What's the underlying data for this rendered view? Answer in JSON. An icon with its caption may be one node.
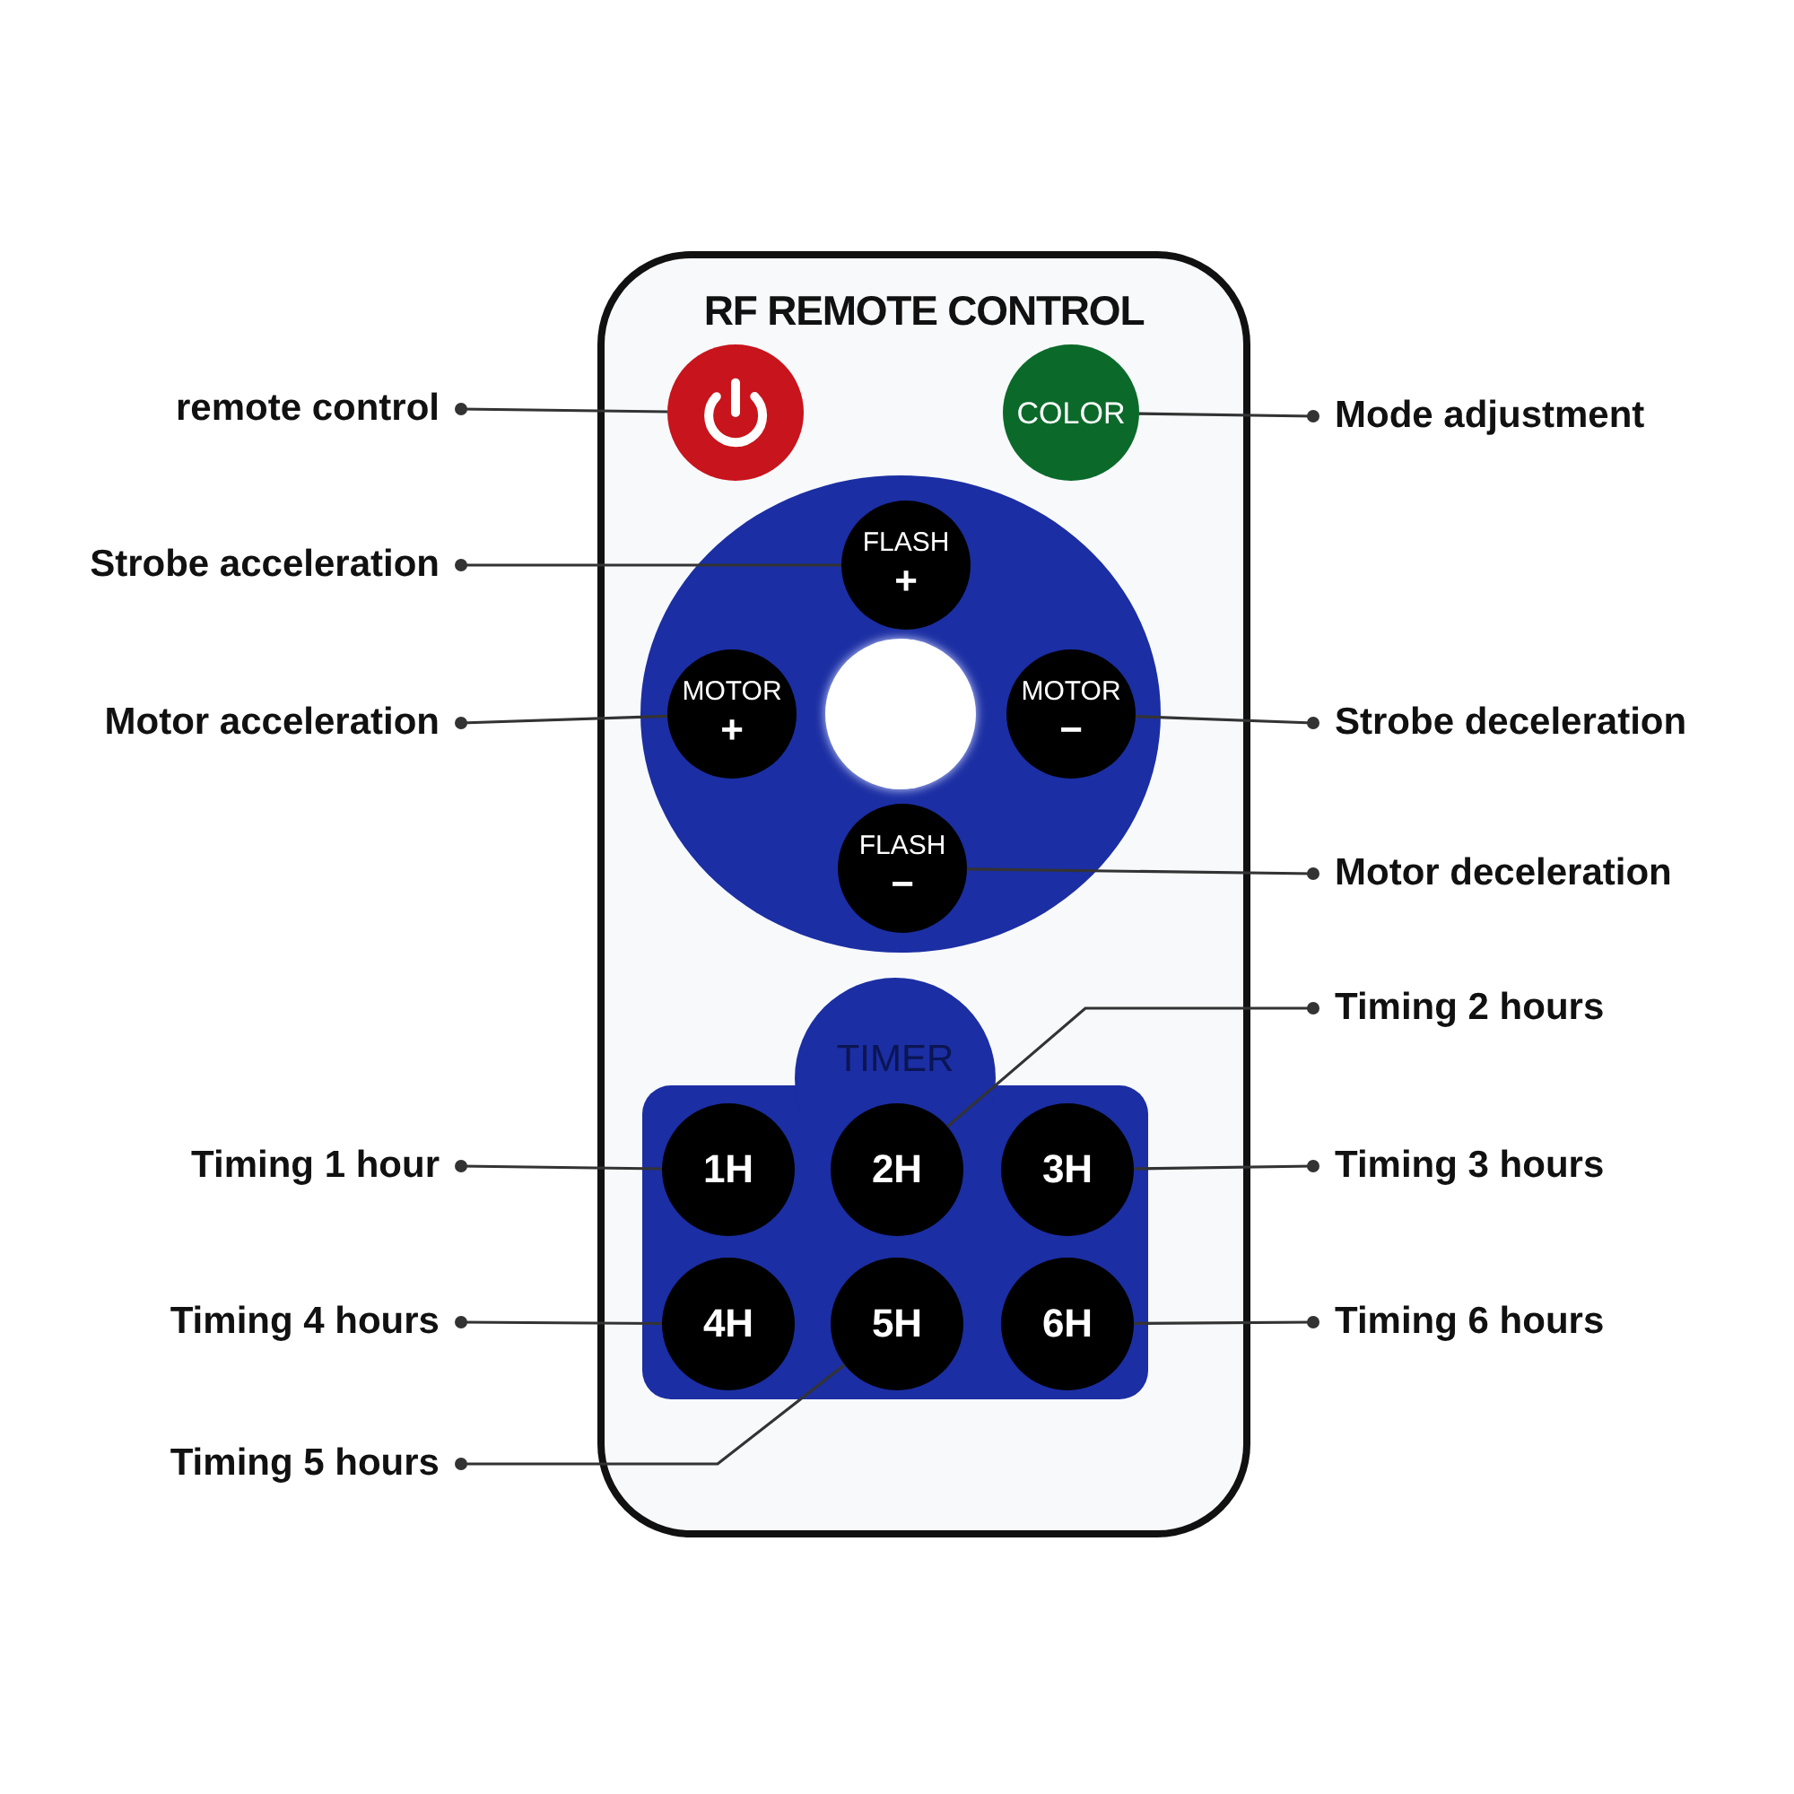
{
  "diagram": {
    "nodes": [
      {
        "text": [
          "RF REMOTE CONTROL"
        ]
      },
      {
        "text": [],
        "shape": "circle",
        "in": 0
      },
      {
        "text": [
          "COLOR"
        ],
        "in": 0
      },
      {
        "text": [],
        "shape": "circle",
        "in": 0
      },
      {
        "text": [
          "FLASH",
          "+"
        ],
        "in": 3
      },
      {
        "text": [
          "MOTOR",
          "+"
        ],
        "in": 3
      },
      {
        "text": [
          "MOTOR",
          "−"
        ],
        "in": 3
      },
      {
        "text": [
          "FLASH",
          "−"
        ],
        "in": 3
      },
      {
        "text": [
          "TIMER"
        ],
        "in": 0
      },
      {
        "text": [
          "1H"
        ],
        "in": 8
      },
      {
        "text": [
          "2H"
        ],
        "in": 8
      },
      {
        "text": [
          "3H"
        ],
        "in": 8
      },
      {
        "text": [
          "4H"
        ],
        "in": 8
      },
      {
        "text": [
          "5H"
        ],
        "in": 8
      },
      {
        "text": [
          "6H"
        ],
        "in": 8
      },
      {
        "text": [
          "remote control"
        ]
      },
      {
        "text": [
          "Mode adjustment"
        ]
      },
      {
        "text": [
          "Strobe acceleration"
        ]
      },
      {
        "text": [
          "Motor acceleration"
        ]
      },
      {
        "text": [
          "Strobe deceleration"
        ]
      },
      {
        "text": [
          "Motor deceleration"
        ]
      },
      {
        "text": [
          "Timing 2 hours"
        ]
      },
      {
        "text": [
          "Timing 1 hour"
        ]
      },
      {
        "text": [
          "Timing 3 hours"
        ]
      },
      {
        "text": [
          "Timing 4 hours"
        ]
      },
      {
        "text": [
          "Timing 6 hours"
        ]
      },
      {
        "text": [
          "Timing 5 hours"
        ]
      },
      {
        "text": [],
        "shape": "circle",
        "in": 3
      }
    ],
    "edges": [
      {
        "from": 15,
        "to": 1,
        "arrow": "other"
      },
      {
        "from": 16,
        "to": 2,
        "arrow": "other"
      },
      {
        "from": 17,
        "to": 4,
        "arrow": "other"
      },
      {
        "from": 18,
        "to": 5,
        "arrow": "other"
      },
      {
        "from": 19,
        "to": 6,
        "arrow": "other"
      },
      {
        "from": 20,
        "to": 7,
        "arrow": "other"
      },
      {
        "from": 21,
        "to": 10,
        "arrow": "other"
      },
      {
        "from": 22,
        "to": 9,
        "arrow": "other"
      },
      {
        "from": 23,
        "to": 11,
        "arrow": "other"
      },
      {
        "from": 24,
        "to": 12,
        "arrow": "other"
      },
      {
        "from": 25,
        "to": 14,
        "arrow": "other"
      },
      {
        "from": 26,
        "to": 13,
        "arrow": "other"
      }
    ]
  }
}
